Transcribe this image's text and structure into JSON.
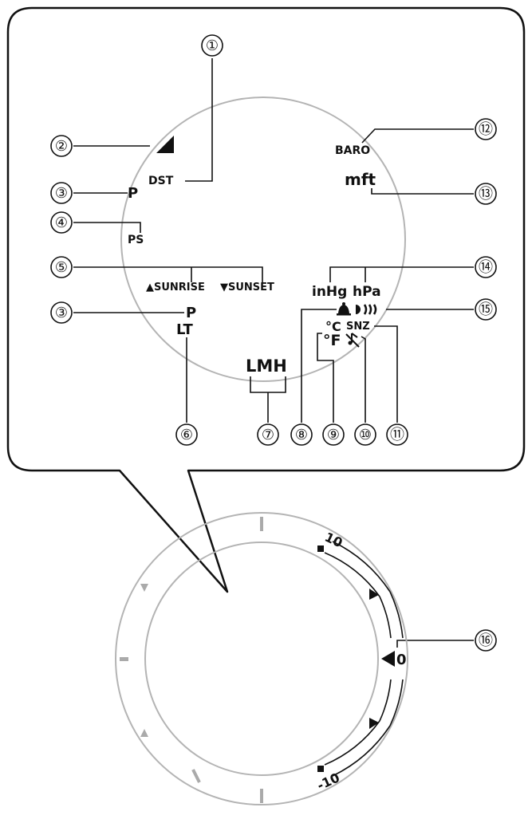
{
  "colors": {
    "ink": "#111111",
    "ring": "#b4b4b4",
    "tick": "#aaaaaa"
  },
  "display": {
    "dst": "DST",
    "p_top": "P",
    "ps": "PS",
    "sunrise": "▲SUNRISE",
    "sunset": "▼SUNSET",
    "p_mid": "P",
    "lt": "LT",
    "lmh": "LMH",
    "baro": "BARO",
    "mft": "mft",
    "inhg": "inHg",
    "hpa": "hPa",
    "celsius": "°C",
    "fahrenheit": "°F",
    "snz": "SNZ"
  },
  "callouts": {
    "c1": "①",
    "c2": "②",
    "c3": "③",
    "c3b": "③",
    "c4": "④",
    "c5": "⑤",
    "c6": "⑥",
    "c7": "⑦",
    "c8": "⑧",
    "c9": "⑨",
    "c10": "⑩",
    "c11": "⑪",
    "c12": "⑫",
    "c13": "⑬",
    "c14": "⑭",
    "c15": "⑮",
    "c16": "⑯"
  },
  "scale": {
    "top": "10",
    "middle": "0",
    "bottom": "-10"
  },
  "icons": [
    "signal-triangle-icon",
    "alarm-bell-icon",
    "vibration-icon",
    "snooze-mute-icon",
    "pointer-triangle-icon"
  ]
}
